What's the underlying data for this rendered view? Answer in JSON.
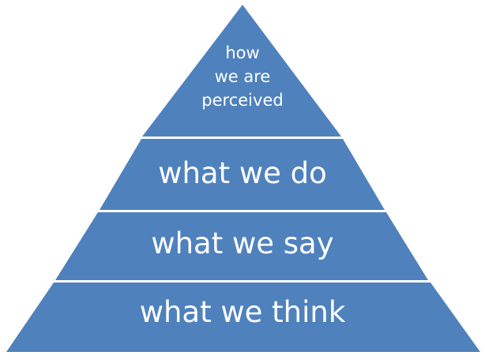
{
  "diagram": {
    "type": "pyramid",
    "fill_color": "#4f81bd",
    "divider_color": "#ffffff",
    "tiers": [
      {
        "lines": [
          "how",
          "we are",
          "perceived"
        ]
      },
      {
        "label": "what we do"
      },
      {
        "label": "what we say"
      },
      {
        "label": "what we think"
      }
    ]
  }
}
